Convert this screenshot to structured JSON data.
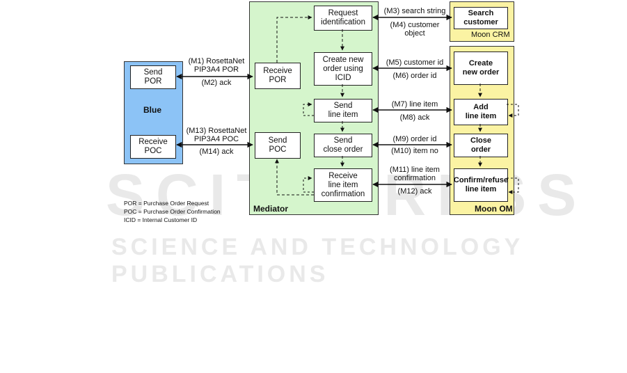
{
  "regions": {
    "blue": "Blue",
    "mediator": "Mediator",
    "moon_crm": "Moon CRM",
    "moon_om": "Moon OM"
  },
  "boxes": {
    "send_por": "Send\nPOR",
    "receive_poc": "Receive\nPOC",
    "receive_por": "Receive\nPOR",
    "send_poc": "Send\nPOC",
    "request_identification": "Request\nidentification",
    "create_new_order_icid": "Create new\norder using\nICID",
    "send_line_item": "Send\nline item",
    "send_close_order": "Send\nclose order",
    "receive_line_item_confirmation": "Receive\nline item\nconfirmation",
    "search_customer": "Search\ncustomer",
    "create_new_order": "Create\nnew order",
    "add_line_item": "Add\nline item",
    "close_order": "Close\norder",
    "confirm_refuse_line_item": "Confirm/refuse\nline item"
  },
  "messages": {
    "m1": "(M1) RosettaNet\nPIP3A4 POR",
    "m2": "(M2) ack",
    "m13": "(M13) RosettaNet\nPIP3A4 POC",
    "m14": "(M14) ack",
    "m3": "(M3) search string",
    "m4": "(M4) customer\nobject",
    "m5": "(M5) customer id",
    "m6": "(M6) order id",
    "m7": "(M7) line item",
    "m8": "(M8) ack",
    "m9": "(M9) order id",
    "m10": "(M10) item no",
    "m11": "(M11) line item\nconfirmation",
    "m12": "(M12) ack"
  },
  "legend": [
    "POR = Purchase Order Request",
    "POC = Purchase Order Confirmation",
    "ICID = Internal Customer ID"
  ],
  "watermark": {
    "line1": "SCITEPRESS",
    "line2": "SCIENCE AND TECHNOLOGY PUBLICATIONS"
  },
  "colors": {
    "blue_region": "#8cc3f6",
    "mediator_region": "#d5f5cc",
    "moon_region": "#fbf3a3"
  }
}
